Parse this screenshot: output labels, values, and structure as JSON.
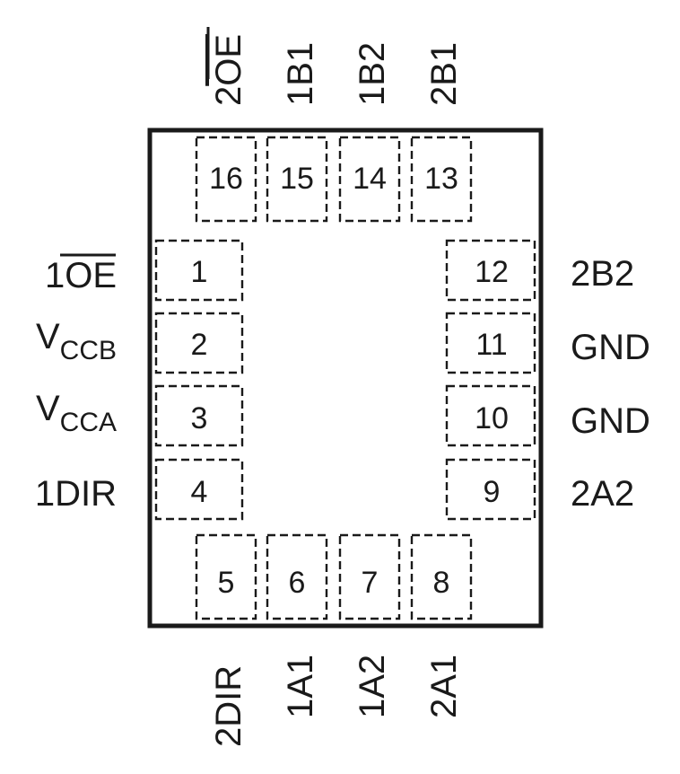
{
  "top_pins": [
    {
      "num": "16",
      "label": "2OE",
      "overbar": "OE",
      "prefix": "2"
    },
    {
      "num": "15",
      "label": "1B1"
    },
    {
      "num": "14",
      "label": "1B2"
    },
    {
      "num": "13",
      "label": "2B1"
    }
  ],
  "left_pins": [
    {
      "num": "1",
      "prefix": "1",
      "overbar": "OE"
    },
    {
      "num": "2",
      "main": "V",
      "sub": "CCB"
    },
    {
      "num": "3",
      "main": "V",
      "sub": "CCA"
    },
    {
      "num": "4",
      "label": "1DIR"
    }
  ],
  "bottom_pins": [
    {
      "num": "5",
      "label": "2DIR"
    },
    {
      "num": "6",
      "label": "1A1"
    },
    {
      "num": "7",
      "label": "1A2"
    },
    {
      "num": "8",
      "label": "2A1"
    }
  ],
  "right_pins": [
    {
      "num": "12",
      "label": "2B2"
    },
    {
      "num": "11",
      "label": "GND"
    },
    {
      "num": "10",
      "label": "GND"
    },
    {
      "num": "9",
      "label": "2A2"
    }
  ]
}
